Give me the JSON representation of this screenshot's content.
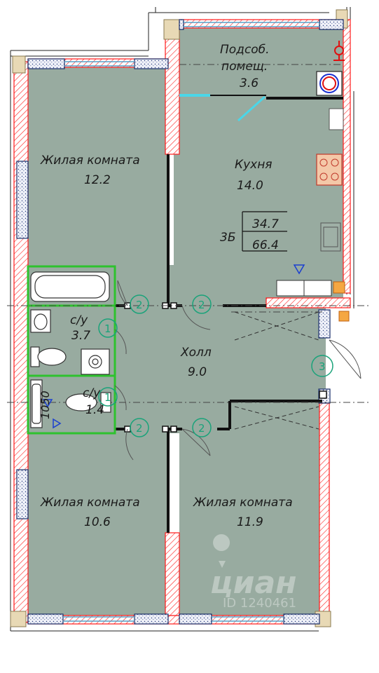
{
  "rooms": {
    "utility": {
      "name_line1": "Подсоб.",
      "name_line2": "помещ.",
      "area": "3.6"
    },
    "kitchen": {
      "name": "Кухня",
      "area": "14.0"
    },
    "living1": {
      "name": "Жилая комната",
      "area": "12.2"
    },
    "bath1": {
      "name": "с/у",
      "area": "3.7"
    },
    "bath2": {
      "name": "с/у",
      "area": "1.4"
    },
    "hall": {
      "name": "Холл",
      "area": "9.0"
    },
    "living2": {
      "name": "Жилая комната",
      "area": "10.6"
    },
    "living3": {
      "name": "Жилая комната",
      "area": "11.9"
    }
  },
  "apartment": {
    "type": "3Б",
    "living_area": "34.7",
    "total_area": "66.4"
  },
  "doors": {
    "d1": "1",
    "d2": "2",
    "d3": "3"
  },
  "dimension": "1050",
  "watermark": {
    "brand": "циан",
    "id": "ID 1240461"
  },
  "colors": {
    "floor": "#98aba0",
    "wall": "#ff1a1a",
    "fixture_outline": "#33cc33",
    "window": "#1a4f7a",
    "door_marker": "#1aa37a"
  }
}
